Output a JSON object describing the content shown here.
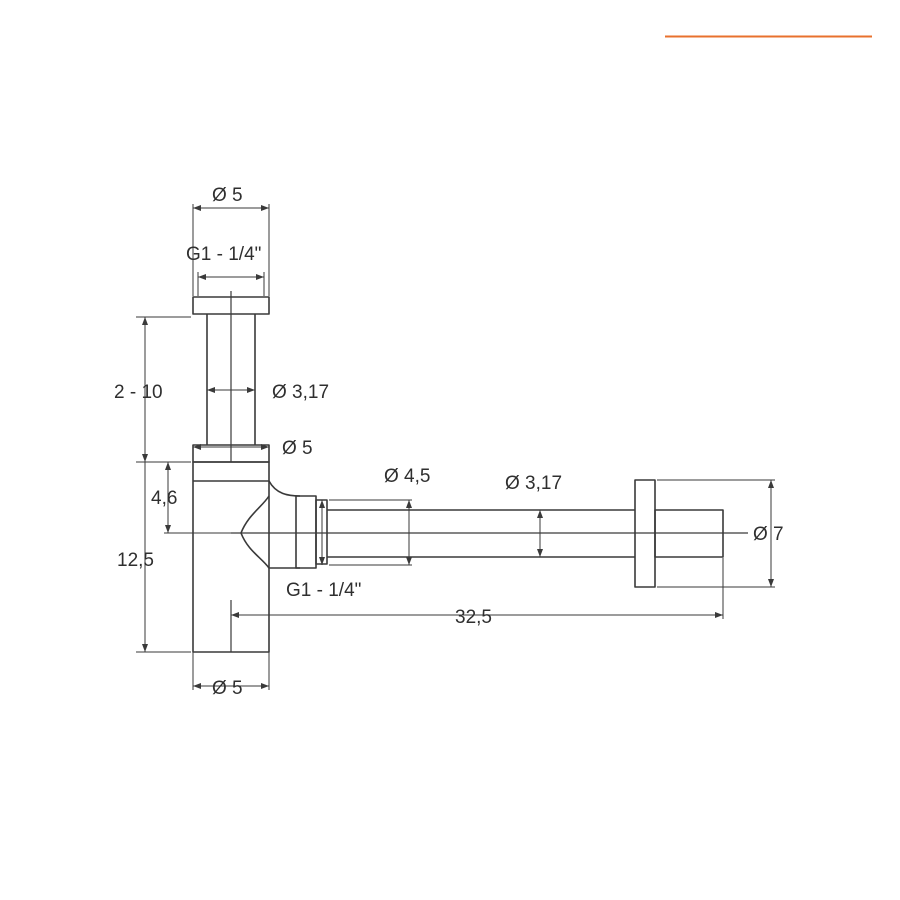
{
  "accent_color": "#E8712E",
  "labels": {
    "top_outer_diameter": "Ø 5",
    "top_thread": "G1 - 1/4\"",
    "tail_length": "2 - 10",
    "tail_diameter": "Ø 3,17",
    "body_top_diameter": "Ø 5",
    "outlet_height": "4,6",
    "total_height": "12,5",
    "nut_diameter": "Ø 4,5",
    "pipe_diameter": "Ø 3,17",
    "rosette_diameter": "Ø 7",
    "outlet_thread": "G1 - 1/4\"",
    "outlet_length": "32,5",
    "body_bottom_diameter": "Ø 5"
  }
}
